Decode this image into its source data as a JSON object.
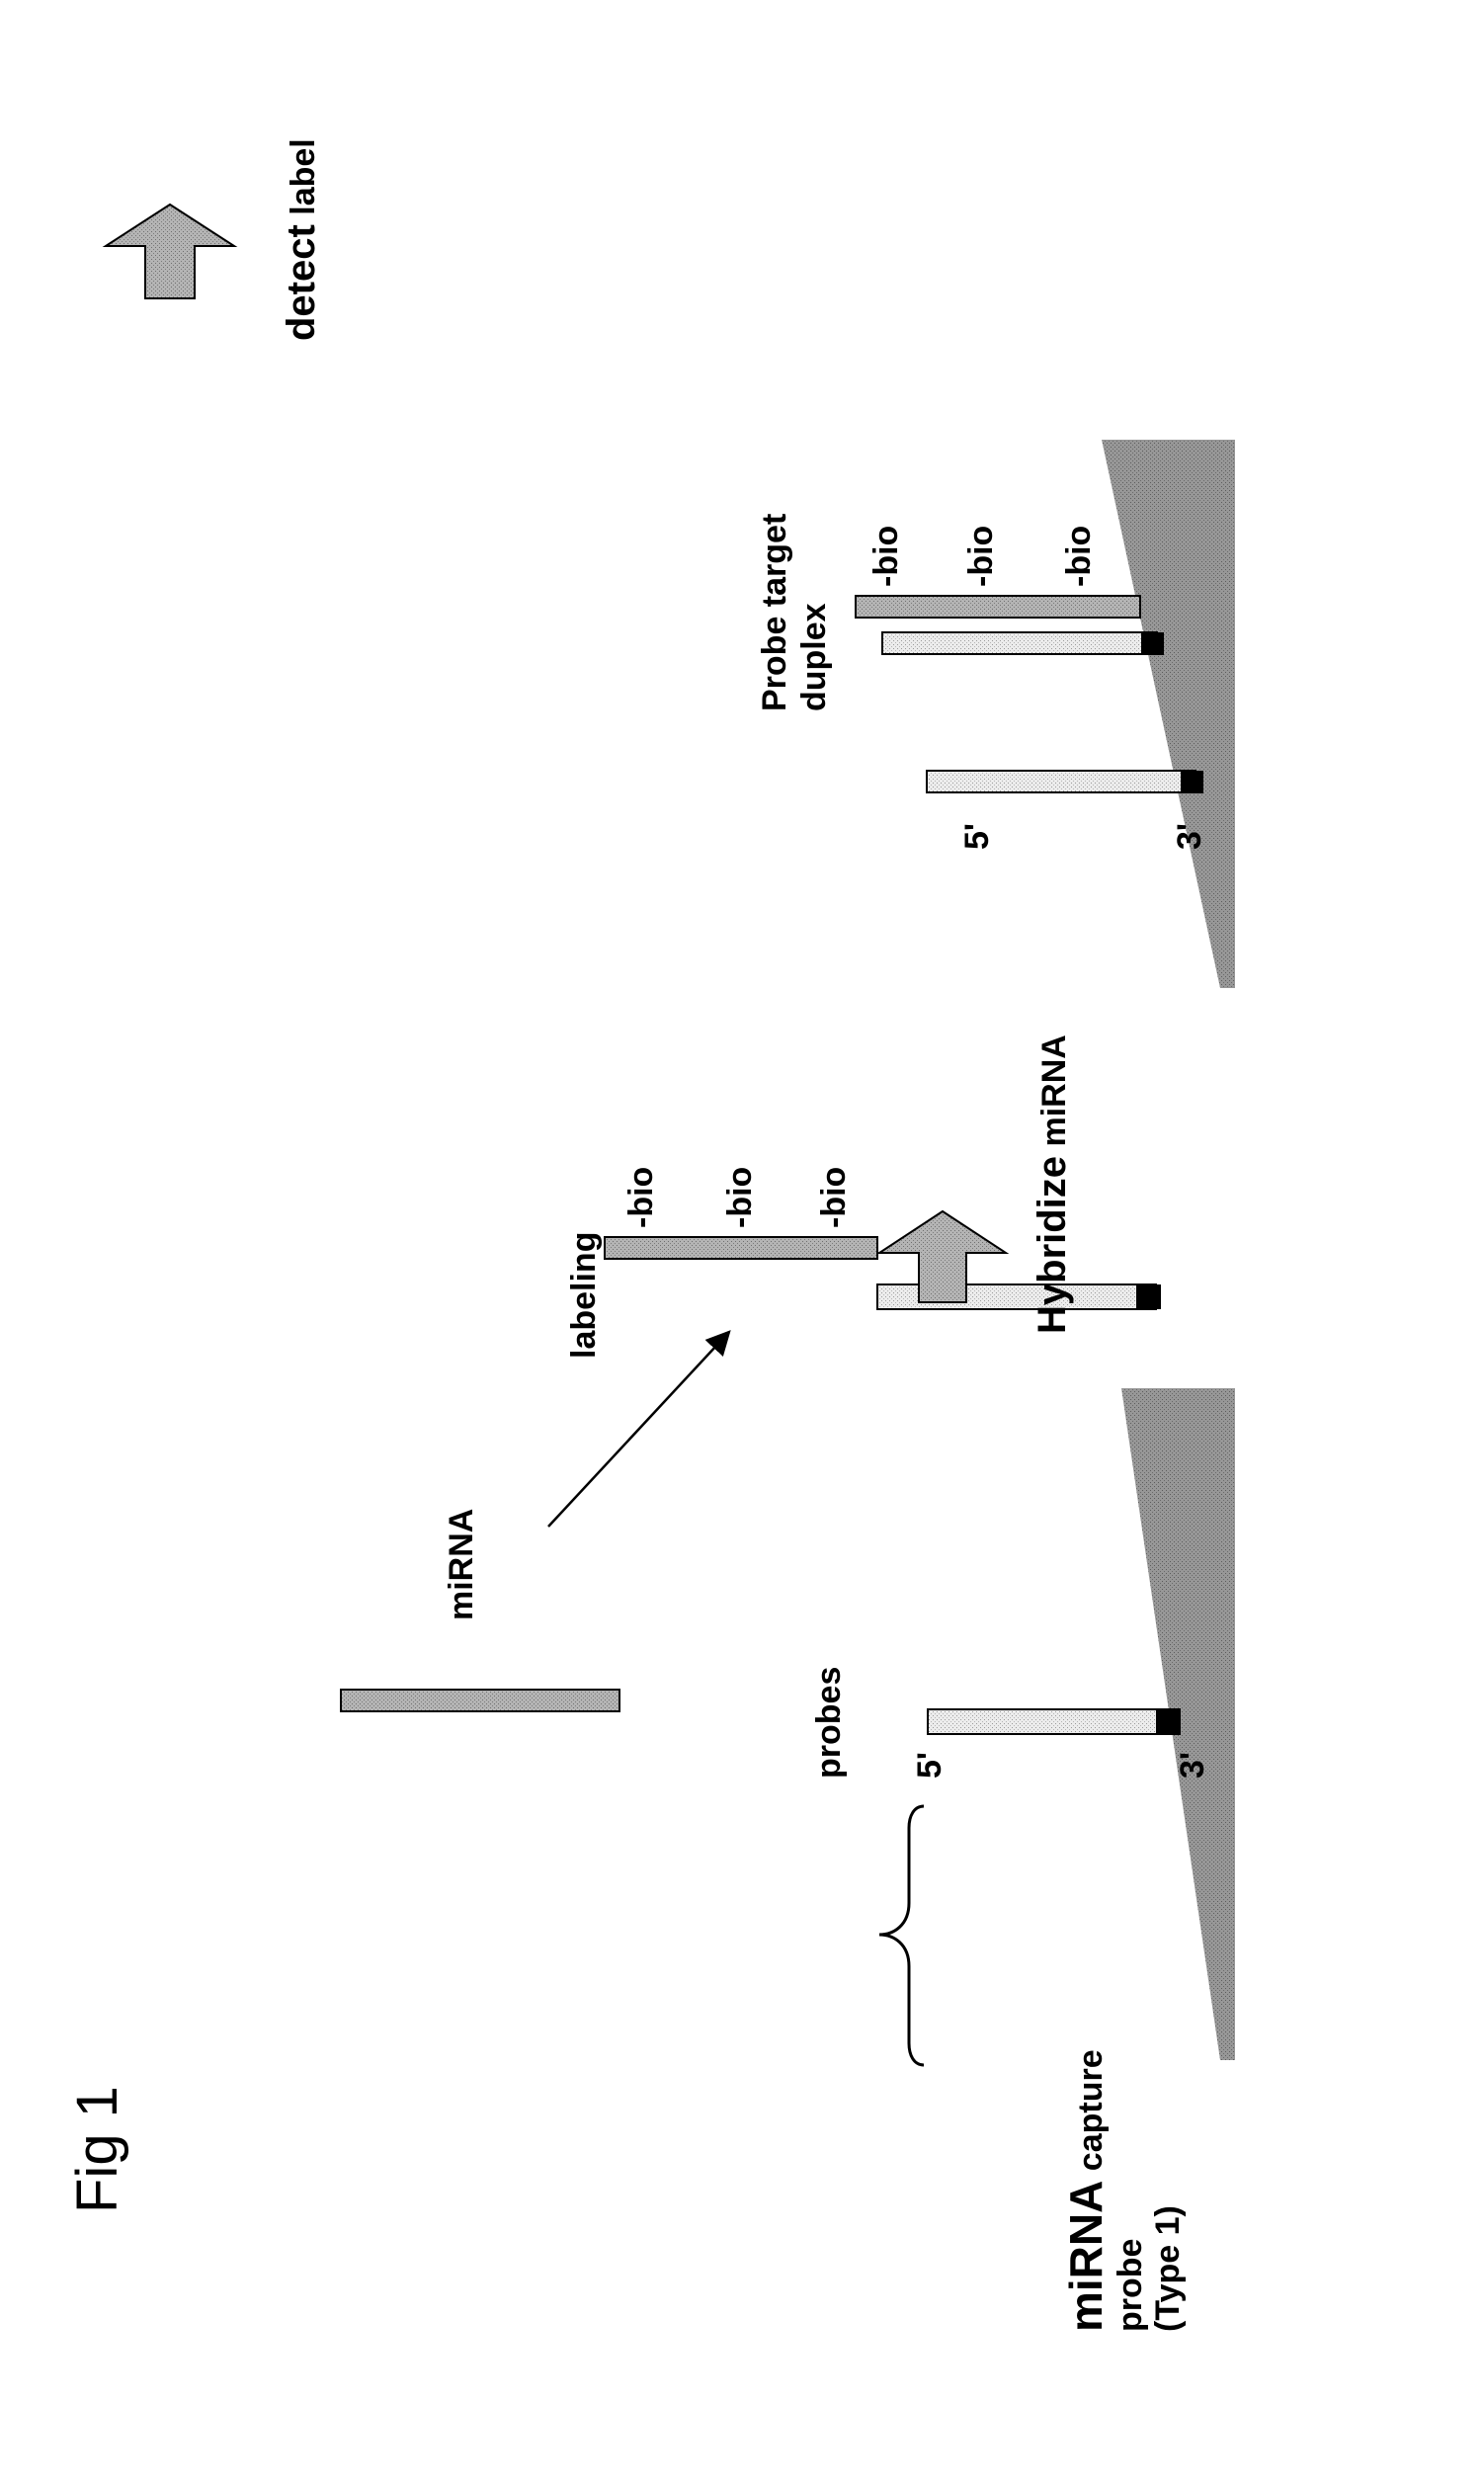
{
  "figure": {
    "title": "Fig 1"
  },
  "panel_left": {
    "bracket_label_bold": "miRNA",
    "bracket_label_rest": " capture",
    "bracket_label_line2": "probe",
    "bracket_label_line3": "(Type 1)",
    "probes_label": "probes",
    "five_prime": "5'",
    "three_prime": "3'"
  },
  "mirna": {
    "label": "miRNA",
    "labeling": "labeling",
    "bio_tags": [
      "-bio",
      "-bio",
      "-bio"
    ]
  },
  "step_hybridize": {
    "bold": "Hybridize",
    "rest": " miRNA"
  },
  "panel_right": {
    "duplex_line1": "Probe target",
    "duplex_line2": "duplex",
    "five_prime": "5'",
    "three_prime": "3'",
    "bio_tags": [
      "-bio",
      "-bio",
      "-bio"
    ]
  },
  "step_detect": {
    "bold": "detect",
    "rest": " label"
  },
  "colors": {
    "surface": "#8f8f8f",
    "probe_fill": "#e6e6e6",
    "mirna_fill": "#a6a6a6",
    "arrow_fill": "#a0a0a0",
    "anchor": "#000000"
  }
}
